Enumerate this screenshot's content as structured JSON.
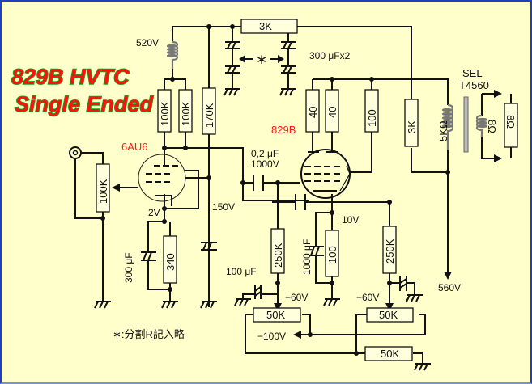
{
  "title": {
    "line1": "829B HVTC",
    "line2": "Single Ended"
  },
  "tubes": {
    "driver": "6AU6",
    "output": "829B"
  },
  "voltages": {
    "b_plus_choke": "520V",
    "screen_driver": "150V",
    "cathode_driver": "2V",
    "cathode_output": "10V",
    "bias_left": "−60V",
    "bias_right": "−60V",
    "bias_supply": "−100V",
    "b_plus_main": "560V"
  },
  "resistors": {
    "top_series": "3K",
    "plate_load_a": "100K",
    "plate_load_b": "100K",
    "screen_drop": "170K",
    "input_pot": "100K",
    "cathode_driver": "340",
    "plate_stopper_a": "40",
    "plate_stopper_b": "40",
    "screen_stopper": "100",
    "screen_bleeder": "3K",
    "cathode_output": "100",
    "grid_leak_a": "250K",
    "grid_leak_b": "250K",
    "bias_pot_a": "50K",
    "bias_pot_b": "50K",
    "bias_pot_c": "50K",
    "load": "8Ω"
  },
  "capacitors": {
    "filter": "300 μFx2",
    "coupling_line1": "0,2 μF",
    "coupling_line2": "1000V",
    "cathode_driver": "300 μF",
    "bias_bypass": "100 μF",
    "cathode_output": "1000 μF"
  },
  "transformer": {
    "maker": "SEL",
    "model": "T4560",
    "primary": "5KΩ",
    "secondary": "8Ω"
  },
  "notes": {
    "asterisk": "∗",
    "footnote": "∗:分割R記入略"
  }
}
